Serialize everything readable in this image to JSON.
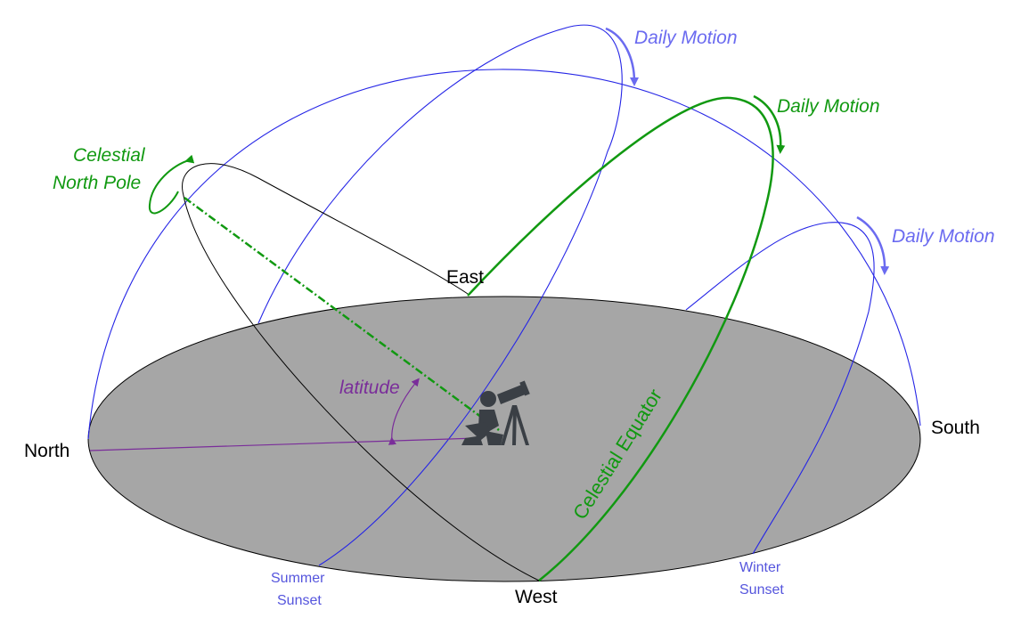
{
  "directions": {
    "north": "North",
    "south": "South",
    "east": "East",
    "west": "West"
  },
  "motion_labels": {
    "blue_top": "Daily Motion",
    "green": "Daily Motion",
    "blue_right": "Daily Motion"
  },
  "pole": {
    "line1": "Celestial",
    "line2": "North Pole"
  },
  "equator_label": "Celestial Equator",
  "latitude_label": "latitude",
  "summer_sunset": {
    "line1": "Summer",
    "line2": "Sunset"
  },
  "winter_sunset": {
    "line1": "Winter",
    "line2": "Sunset"
  },
  "colors": {
    "horizon_fill": "#a6a6a6",
    "sky_blue": "#2525e6",
    "equator_green": "#119911",
    "motion_blue": "#6b6bf0",
    "latitude_purple": "#7a2d9a",
    "observer": "#3a3f45"
  },
  "icons": {
    "observer": "observer-with-telescope-icon"
  }
}
